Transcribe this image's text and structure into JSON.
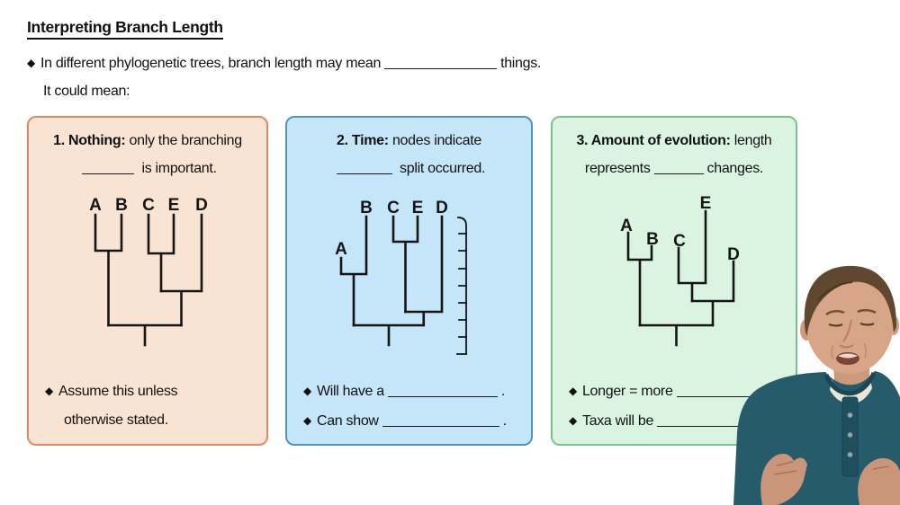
{
  "slide": {
    "title": "Interpreting Branch Length",
    "bullet_icon": "◆",
    "intro": {
      "pre": "In different phylogenetic trees, branch length may mean",
      "post": "things.",
      "line2": "It could mean:"
    }
  },
  "boxes": [
    {
      "header_bold": "1. Nothing:",
      "header_rest": " only the branching",
      "line2_post": "is important.",
      "taxa": [
        "A",
        "B",
        "C",
        "E",
        "D"
      ],
      "bullet1_line1": "Assume this unless",
      "bullet1_line2": "otherwise stated.",
      "colors": {
        "border": "#e2875f",
        "fill": "#f9e3d2"
      }
    },
    {
      "header_bold": "2. Time:",
      "header_rest": " nodes indicate",
      "line2_post": "split occurred.",
      "taxa": [
        "A",
        "B",
        "C",
        "E",
        "D"
      ],
      "bullet1_pre": "Will have a",
      "bullet1_post": ".",
      "bullet2_pre": "Can show",
      "bullet2_post": ".",
      "colors": {
        "border": "#4e94c6",
        "fill": "#c5e5f8"
      }
    },
    {
      "header_bold": "3. Amount of evolution:",
      "header_rest": " length",
      "line2_pre": "represents",
      "line2_post": "changes.",
      "taxa": [
        "A",
        "B",
        "C",
        "E",
        "D"
      ],
      "bullet1_pre": "Longer = more",
      "bullet2_pre": "Taxa will be",
      "colors": {
        "border": "#77c48b",
        "fill": "#dbf4e2"
      }
    }
  ]
}
